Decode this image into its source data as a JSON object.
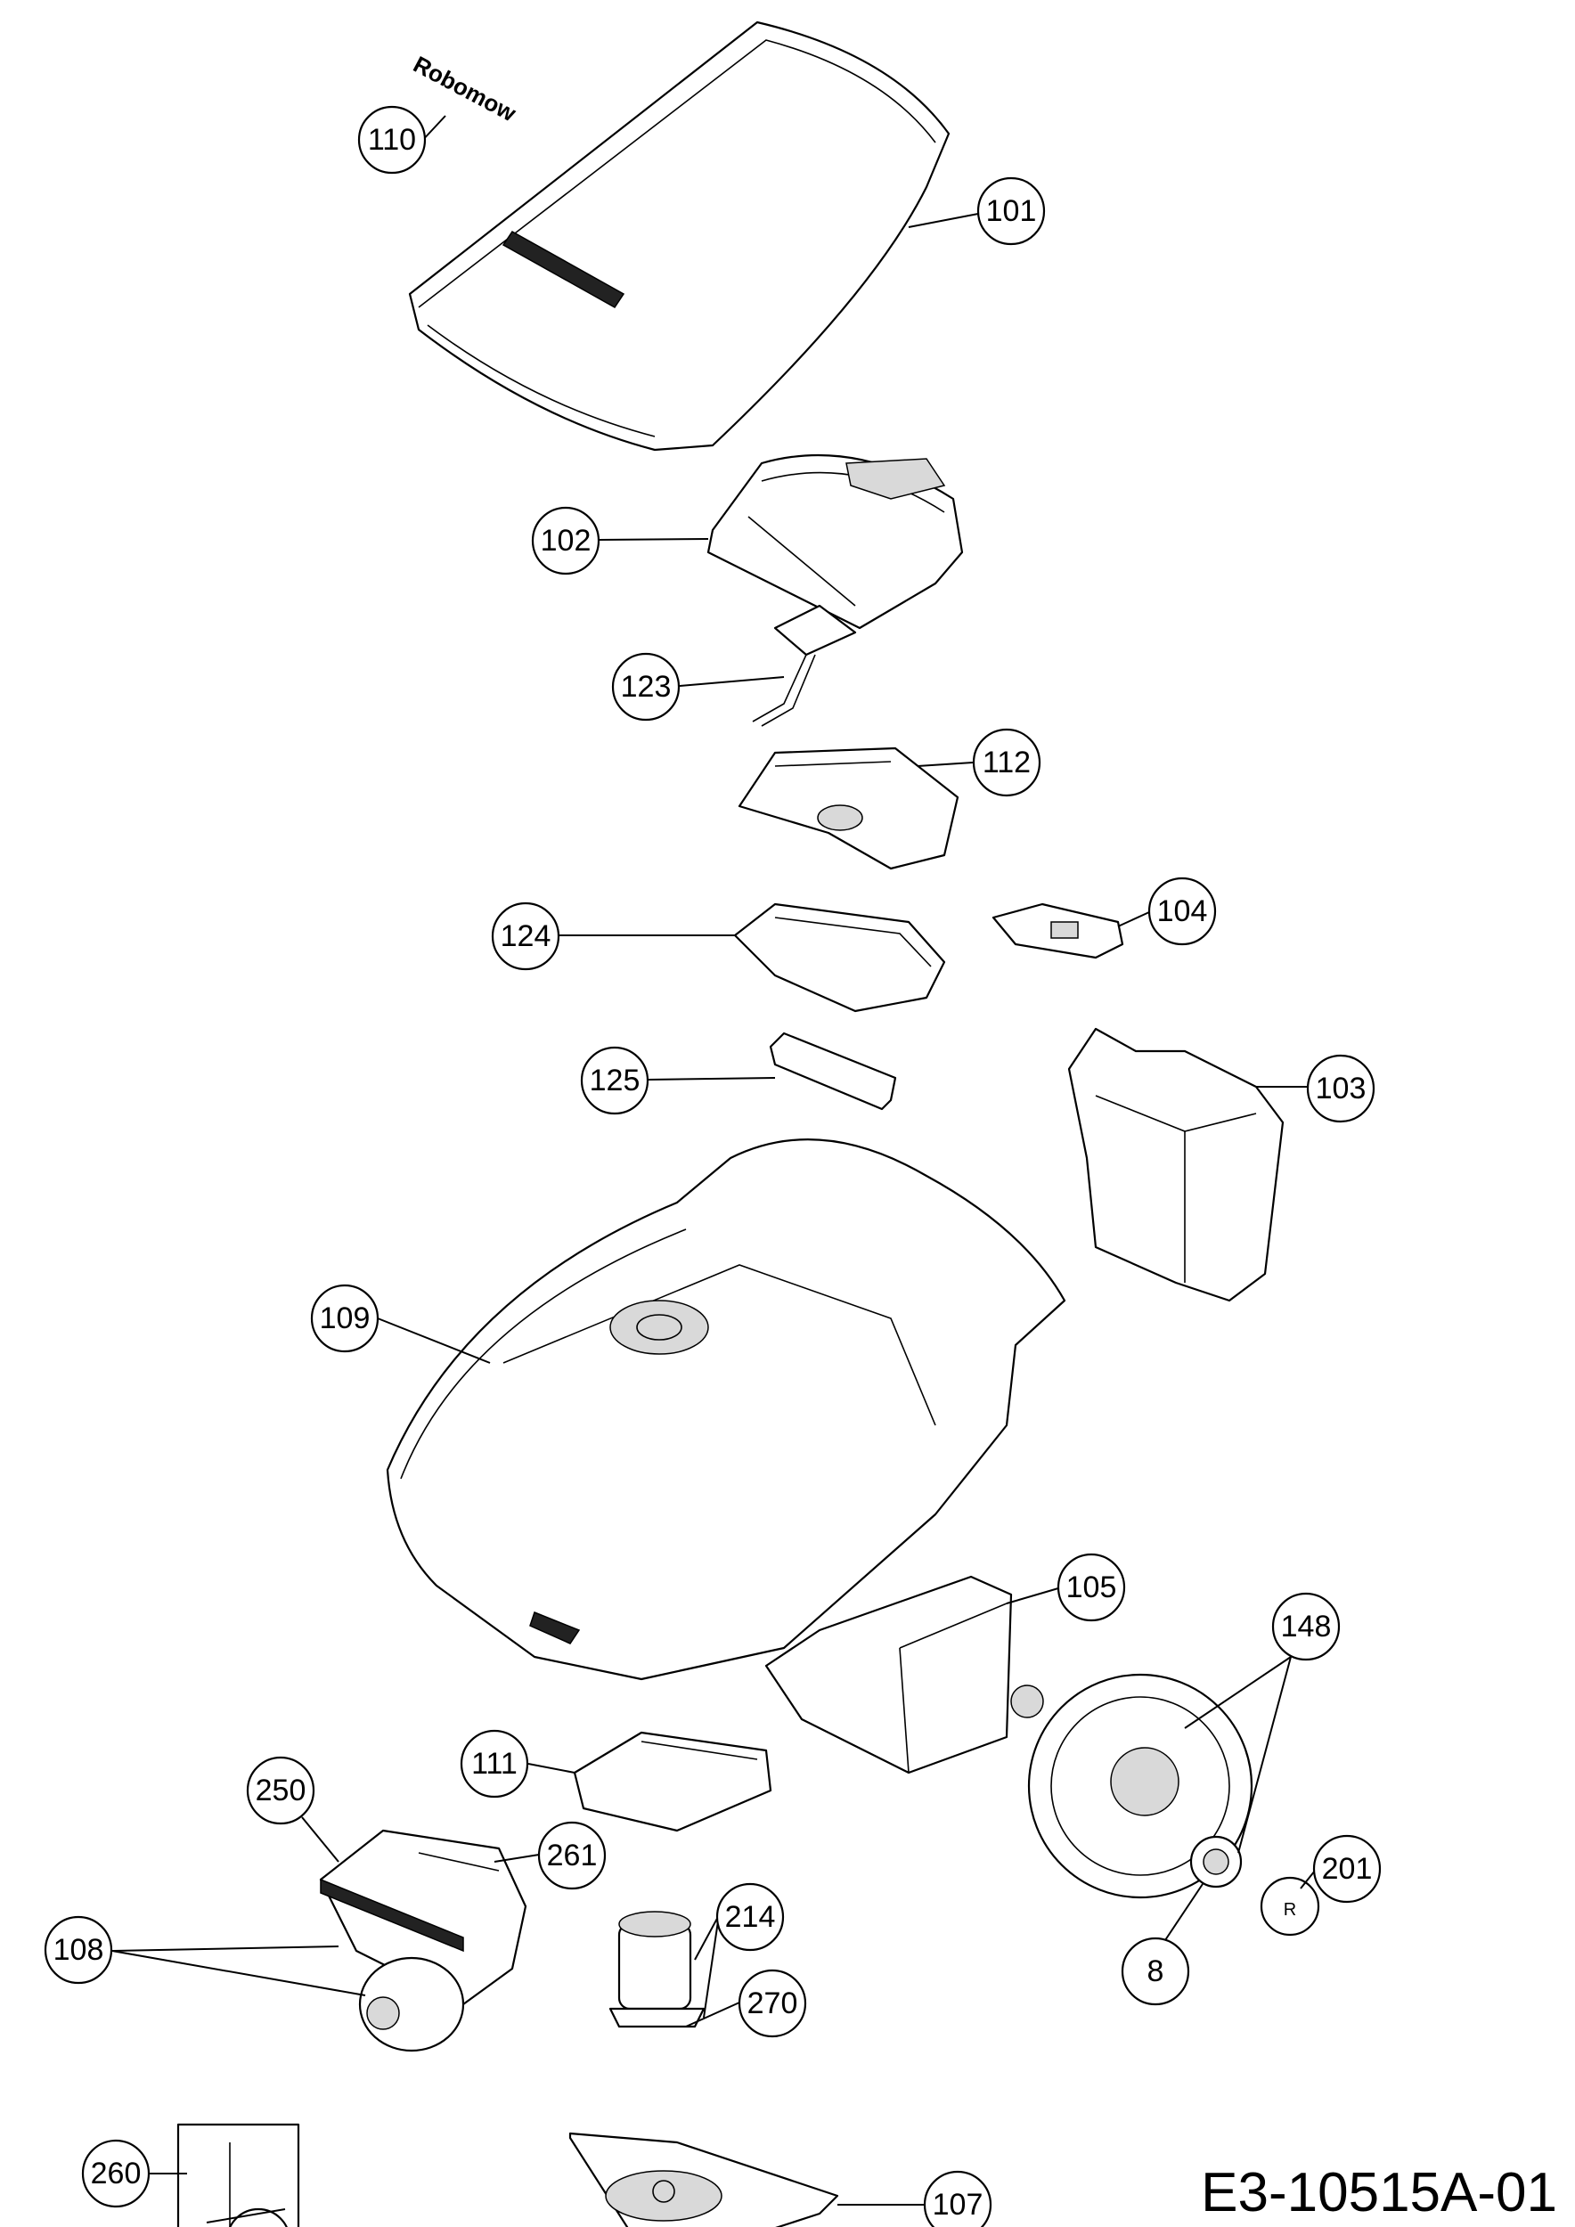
{
  "drawing_number": "E3-10515A-01",
  "brand_decal": "Robomow",
  "callouts": {
    "c110": "110",
    "c101": "101",
    "c102": "102",
    "c123": "123",
    "c112": "112",
    "c124": "124",
    "c104": "104",
    "c125": "125",
    "c103": "103",
    "c109": "109",
    "c105": "105",
    "c148": "148",
    "c111": "111",
    "c250": "250",
    "c261": "261",
    "c214": "214",
    "c108": "108",
    "c201": "201",
    "c8": "8",
    "c270": "270",
    "c260": "260",
    "c107": "107"
  }
}
